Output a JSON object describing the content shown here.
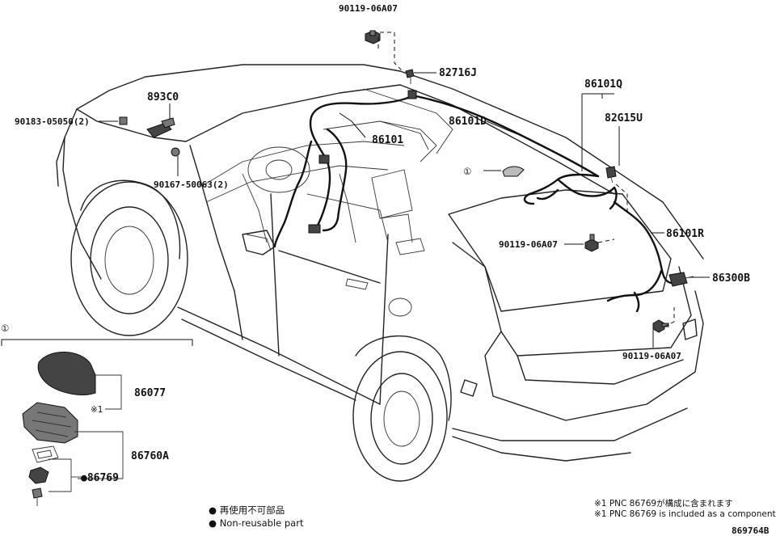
{
  "labels": {
    "bolt_top": "90119-06A07",
    "clamp_82716j": "82716J",
    "part_893c0": "893C0",
    "bolt_90183": "90183-05050(2)",
    "harness_86101q": "86101Q",
    "part_82g15u": "82G15U",
    "harness_86101d": "86101D",
    "harness_86101": "86101",
    "clip_90167": "90167-50063(2)",
    "harness_86101r": "86101R",
    "bolt_mid": "90119-06A07",
    "part_86300b": "86300B",
    "bolt_lower": "90119-06A07",
    "cover_86077": "86077",
    "antenna_86760a": "86760A",
    "gasket_86769": "●86769",
    "note_mark": "※1",
    "callout_num": "①",
    "callout_inset_num": "①"
  },
  "legend": {
    "jp": "● 再使用不可部品",
    "en": "● Non-reusable part"
  },
  "notes": {
    "jp": "※1 PNC 86769が構成に含まれます",
    "en": "※1 PNC 86769 is included as a component"
  },
  "figure_id": "869764B"
}
